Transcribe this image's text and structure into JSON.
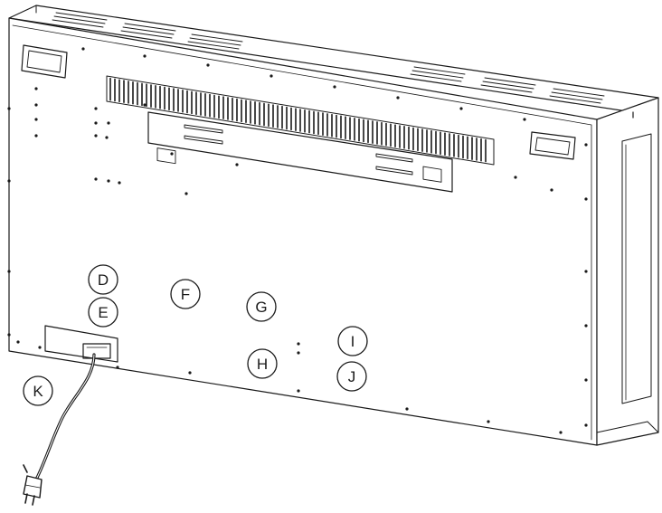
{
  "diagram": {
    "line_color": "#1a1a1a",
    "background": "#ffffff",
    "callouts": [
      {
        "id": "D",
        "label": "D"
      },
      {
        "id": "E",
        "label": "E"
      },
      {
        "id": "F",
        "label": "F"
      },
      {
        "id": "G",
        "label": "G"
      },
      {
        "id": "H",
        "label": "H"
      },
      {
        "id": "I",
        "label": "I"
      },
      {
        "id": "J",
        "label": "J"
      },
      {
        "id": "K",
        "label": "K"
      }
    ]
  }
}
